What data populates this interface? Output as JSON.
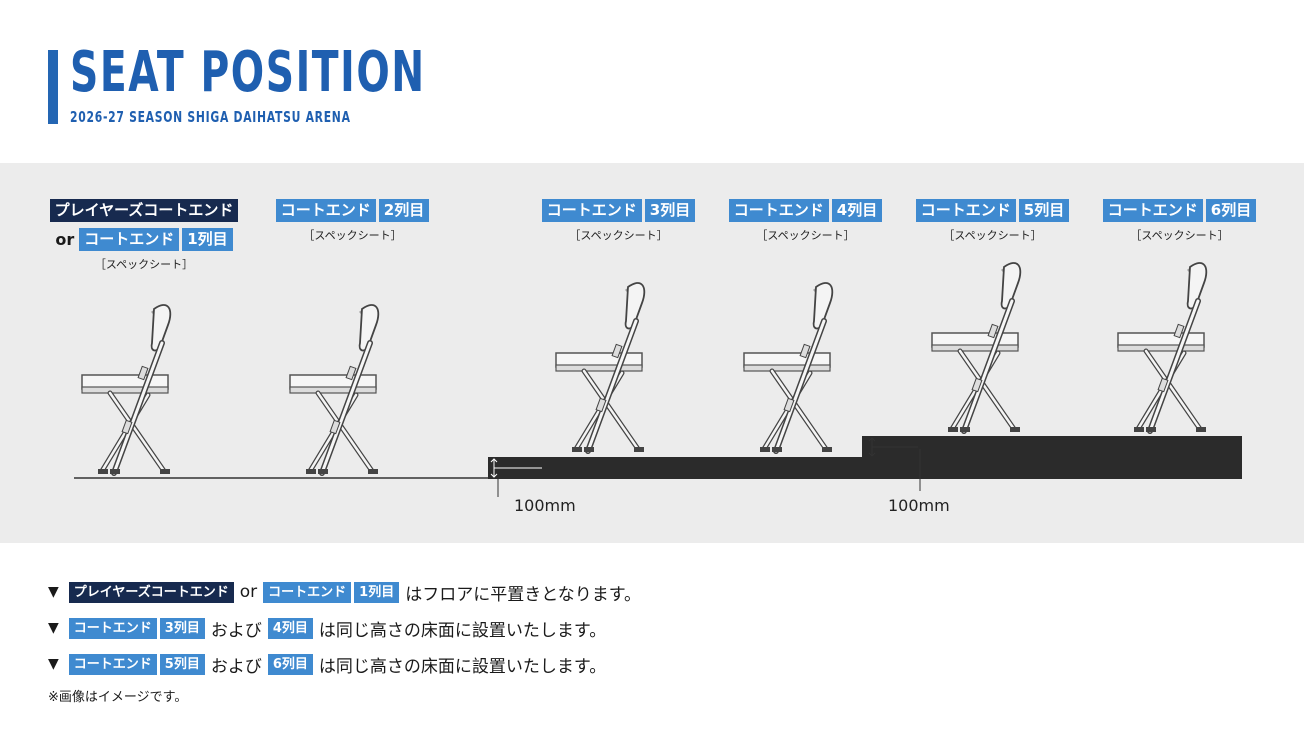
{
  "header": {
    "title": "SEAT POSITION",
    "subtitle": "2026-27 SEASON SHIGA DAIHATSU ARENA"
  },
  "seats": {
    "s1": {
      "label_a": "プレイヤーズコートエンド",
      "or": "or",
      "label_b": "コートエンド",
      "row": "1列目",
      "note": "［スペックシート］"
    },
    "s2": {
      "label": "コートエンド",
      "row": "2列目",
      "note": "［スペックシート］"
    },
    "s3": {
      "label": "コートエンド",
      "row": "3列目",
      "note": "［スペックシート］"
    },
    "s4": {
      "label": "コートエンド",
      "row": "4列目",
      "note": "［スペックシート］"
    },
    "s5": {
      "label": "コートエンド",
      "row": "5列目",
      "note": "［スペックシート］"
    },
    "s6": {
      "label": "コートエンド",
      "row": "6列目",
      "note": "［スペックシート］"
    }
  },
  "dimensions": {
    "step1": "100mm",
    "step2": "100mm"
  },
  "notes": {
    "n1": {
      "marker": "▼",
      "tag_a": "プレイヤーズコートエンド",
      "or": "or",
      "tag_b": "コートエンド",
      "tag_c": "1列目",
      "text": "はフロアに平置きとなります。"
    },
    "n2": {
      "marker": "▼",
      "tag_a": "コートエンド",
      "tag_b": "3列目",
      "mid": "および",
      "tag_c": "4列目",
      "text": "は同じ高さの床面に設置いたします。"
    },
    "n3": {
      "marker": "▼",
      "tag_a": "コートエンド",
      "tag_b": "5列目",
      "mid": "および",
      "tag_c": "6列目",
      "text": "は同じ高さの床面に設置いたします。"
    }
  },
  "footnote": "※画像はイメージです。",
  "colors": {
    "accent_blue": "#2466b3",
    "tag_blue": "#3f8ad0",
    "tag_navy": "#172a4f",
    "panel_gray": "#ececec",
    "platform": "#2b2b2b"
  }
}
